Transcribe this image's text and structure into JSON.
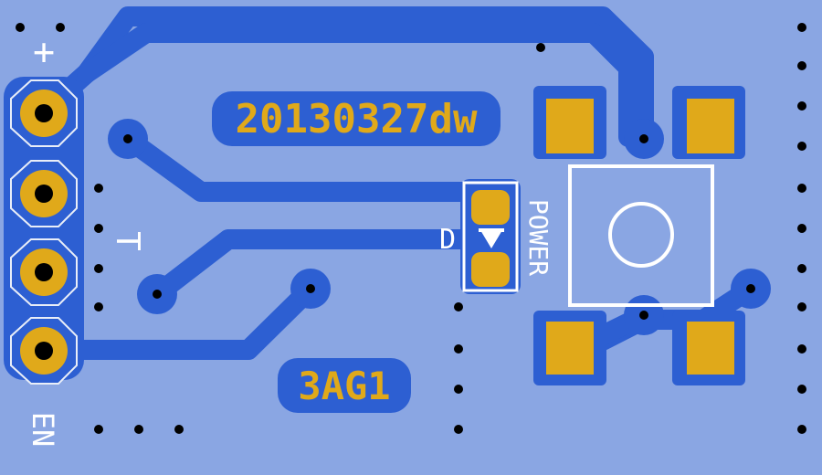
{
  "board": {
    "labels": {
      "date_code": "20130327dw",
      "part_code": "3AG1",
      "power_label": "POWER",
      "diode_label": "D",
      "pin_plus": "+",
      "pin_t": "T",
      "pin_en": "EN"
    },
    "colors": {
      "background": "#8aa6e3",
      "copper": "#2d5fd2",
      "pad": "#e0a91a",
      "silkscreen": "#ffffff",
      "hole": "#000000"
    }
  }
}
